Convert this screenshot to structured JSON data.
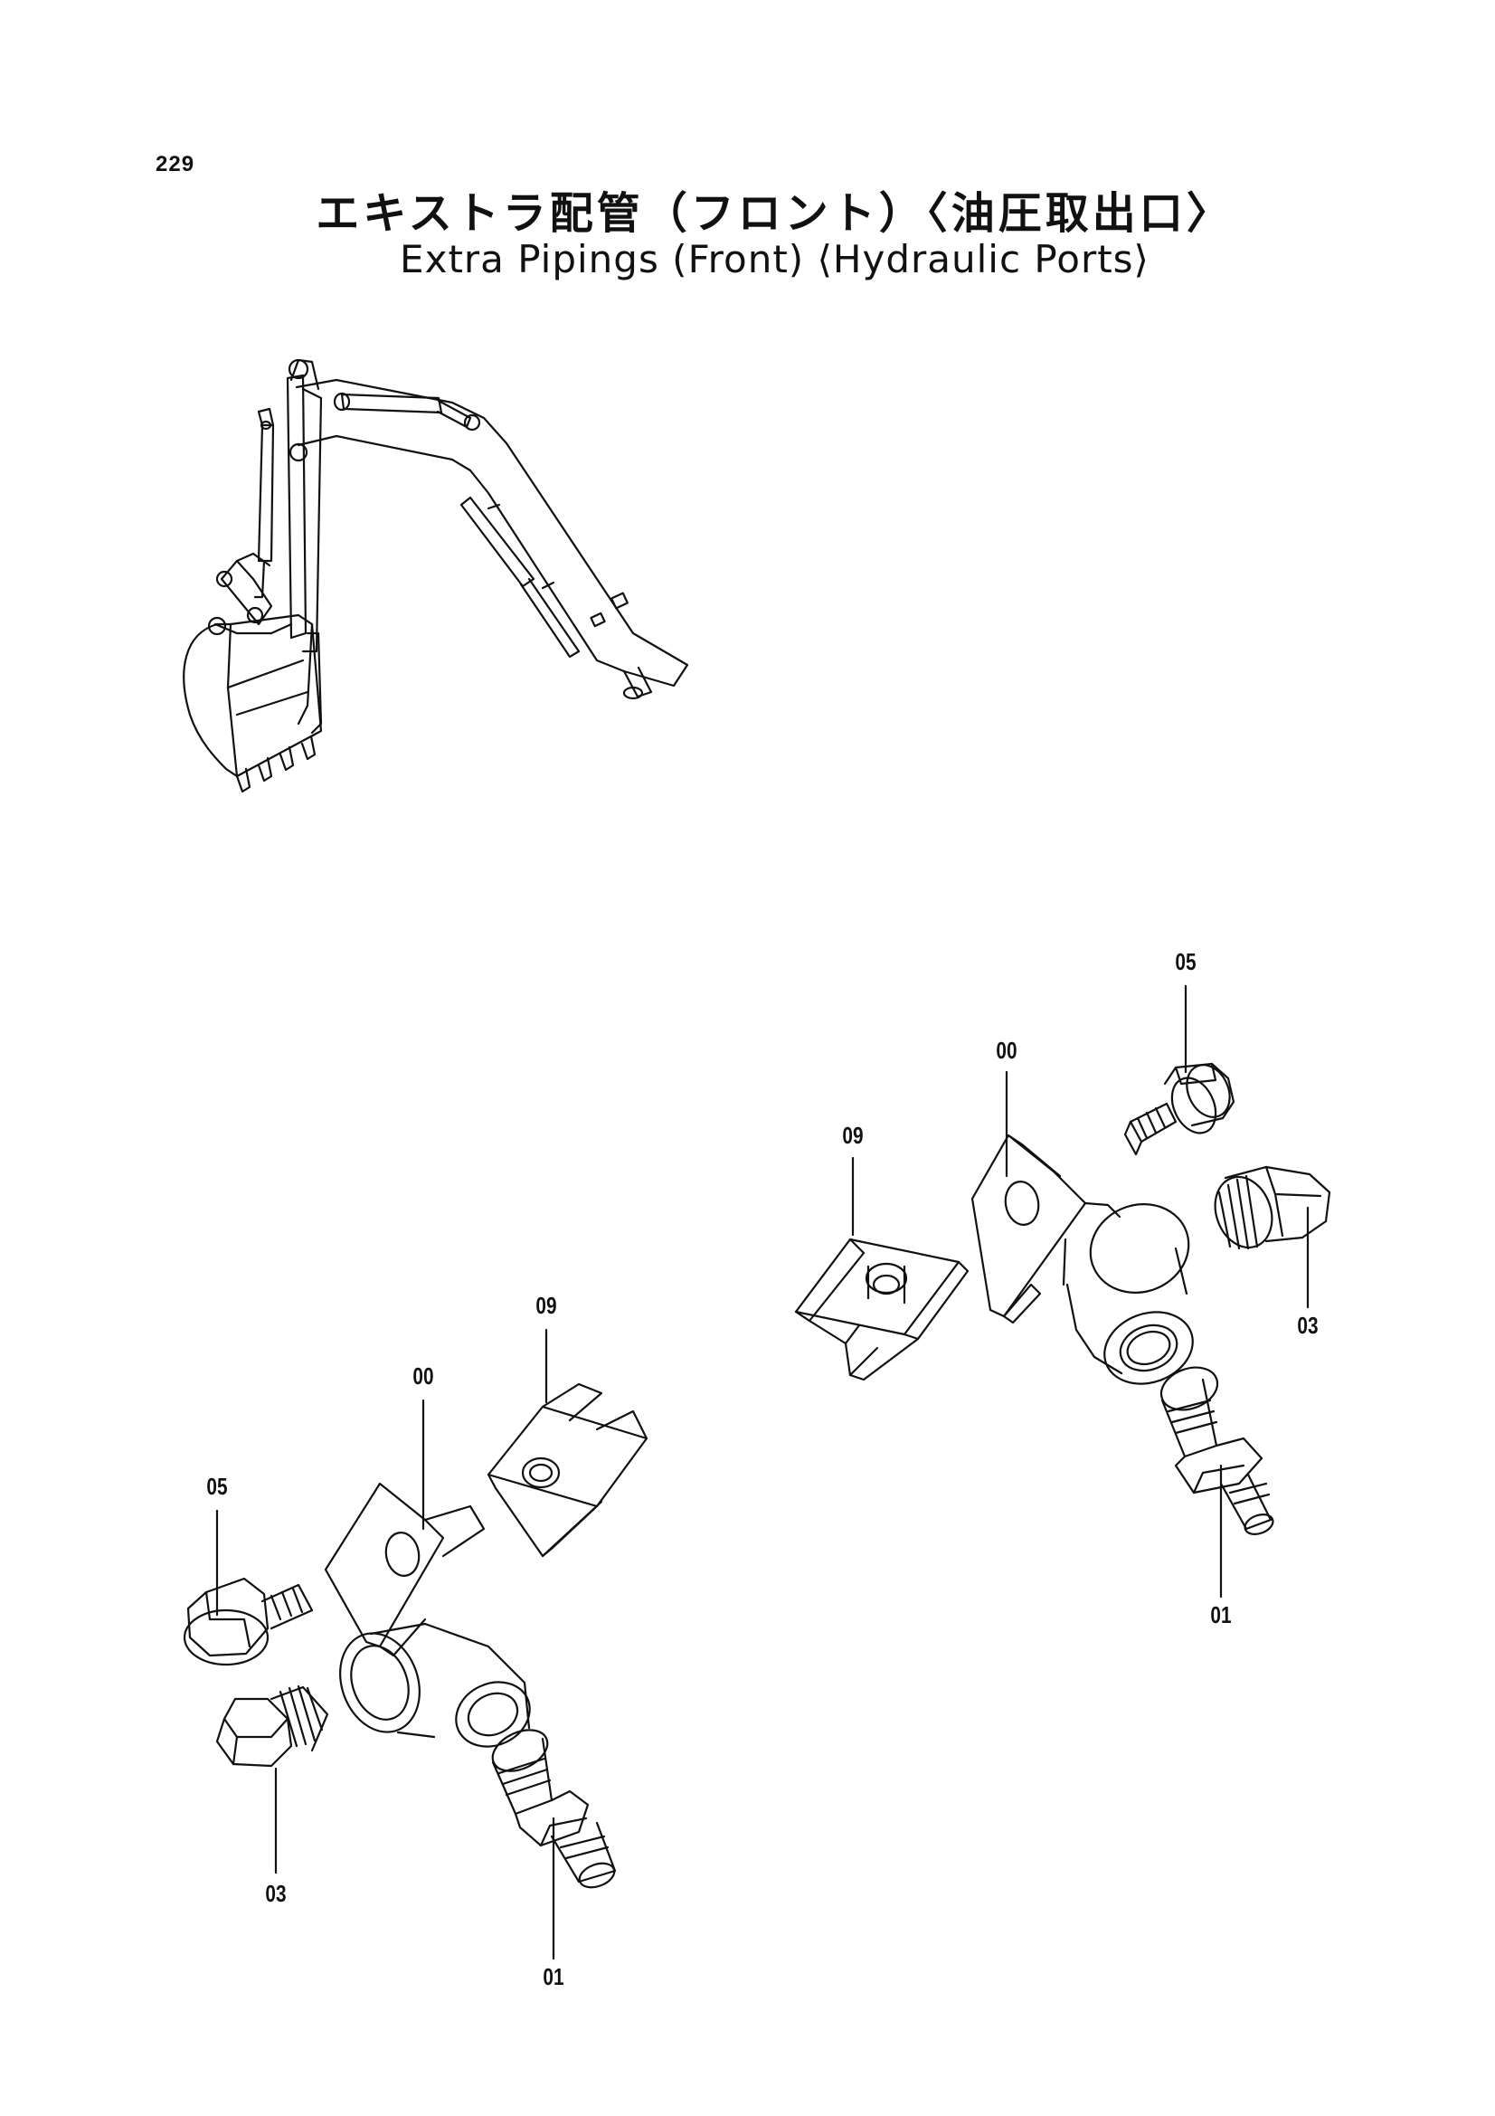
{
  "page_number": "229",
  "title_jp": "エキストラ配管（フロント）〈油圧取出口〉",
  "title_en": "Extra Pipings (Front) ⟨Hydraulic Ports⟩",
  "callouts": {
    "right": {
      "p05": "05",
      "p00": "00",
      "p09": "09",
      "p03": "03",
      "p01": "01"
    },
    "left": {
      "p09": "09",
      "p00": "00",
      "p05": "05",
      "p03": "03",
      "p01": "01"
    }
  }
}
